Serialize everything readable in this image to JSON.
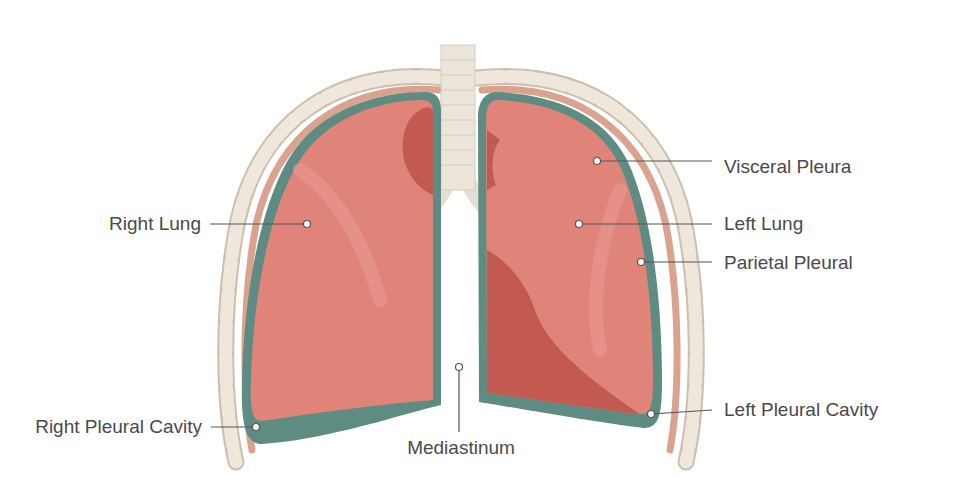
{
  "diagram": {
    "labels": [
      "Visceral Pleura",
      "Right Lung",
      "Left Lung",
      "Parietal Pleural",
      "Left Pleural Cavity",
      "Right Pleural Cavity",
      "Mediastinum"
    ]
  }
}
